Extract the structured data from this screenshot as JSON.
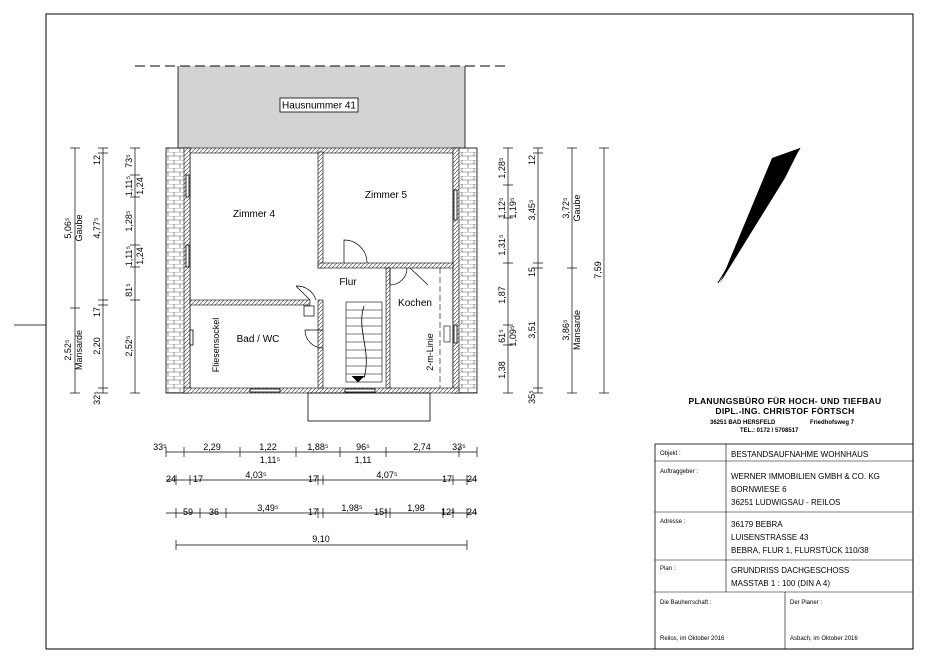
{
  "plan": {
    "hausnummer": "Hausnummer 41",
    "rooms": {
      "zimmer4": "Zimmer 4",
      "zimmer5": "Zimmer 5",
      "flur": "Flur",
      "kochen": "Kochen",
      "bad": "Bad / WC",
      "fliesensockel": "Fliesensockel",
      "m_linie": "2-m-Linie"
    },
    "north": "N",
    "left_dims": {
      "outer_top": "5,06⁵",
      "outer_top_label": "Gaube",
      "outer_bottom": "2,52⁵",
      "outer_bottom_label": "Mansarde",
      "mid": [
        "12",
        "4,77⁵",
        "17",
        "2,20",
        "32⁵"
      ],
      "inner": [
        "73⁵",
        "1,11⁵",
        "1,24",
        "1,28⁵",
        "1,11⁵",
        "1,24",
        "81⁵",
        "2,52⁵"
      ]
    },
    "right_dims": {
      "inner": [
        "1,28⁵",
        "1,12⁵",
        "1,19⁵",
        "1,31⁵",
        "1,87",
        "61⁵",
        "1,09⁵",
        "1,38"
      ],
      "mid": [
        "12",
        "3,45⁵",
        "15",
        "3,51",
        "35⁵"
      ],
      "outer": "3,72⁵",
      "outer_label": "Gaube",
      "outer_bottom": "3,86⁵",
      "outer_bottom_label": "Mansarde",
      "total": "7,59"
    },
    "bottom_dims": {
      "row1": [
        "33⁵",
        "2,29",
        "1,22",
        "1,88⁵",
        "96⁵",
        "2,74",
        "33⁵"
      ],
      "row1_sub": [
        "1,11⁵",
        "1,11"
      ],
      "row2": [
        "24",
        "17",
        "4,03⁵",
        "17",
        "4,07⁵",
        "17",
        "24"
      ],
      "row3": [
        "59",
        "36",
        "3,49⁵",
        "17",
        "1,98⁵",
        "15⁵",
        "1,98",
        "12⁵",
        "24"
      ],
      "total": "9,10"
    }
  },
  "titleblock": {
    "office_line1": "PLANUNGSBÜRO FÜR HOCH- UND TIEFBAU",
    "office_line2": "DIPL.-ING. CHRISTOF FÖRTSCH",
    "office_line3": "36251 BAD HERSFELD",
    "office_street": "Friedhofsweg 7",
    "office_tel": "TEL.: 0172 / 5708517",
    "rows": [
      {
        "label": "Objekt :",
        "lines": [
          "BESTANDSAUFNAHME WOHNHAUS"
        ]
      },
      {
        "label": "Auftraggeber :",
        "lines": [
          "WERNER IMMOBILIEN GMBH & CO. KG",
          "BORNWIESE 6",
          "36251 LUDWIGSAU - REILOS"
        ]
      },
      {
        "label": "Adresse :",
        "lines": [
          "36179 BEBRA",
          "LUISENSTRASSE 43",
          "BEBRA, FLUR 1, FLURSTÜCK 110/38"
        ]
      },
      {
        "label": "Plan :",
        "lines": [
          "GRUNDRISS  DACHGESCHOSS",
          "MASSTAB  1 : 100  (DIN A 4)"
        ]
      }
    ],
    "bauherr_label": "Die Bauherrschaft :",
    "planer_label": "Der Planer :",
    "bauherr_place": "Reilos, im Oktober 2016",
    "planer_place": "Asbach, im Oktober 2016"
  }
}
